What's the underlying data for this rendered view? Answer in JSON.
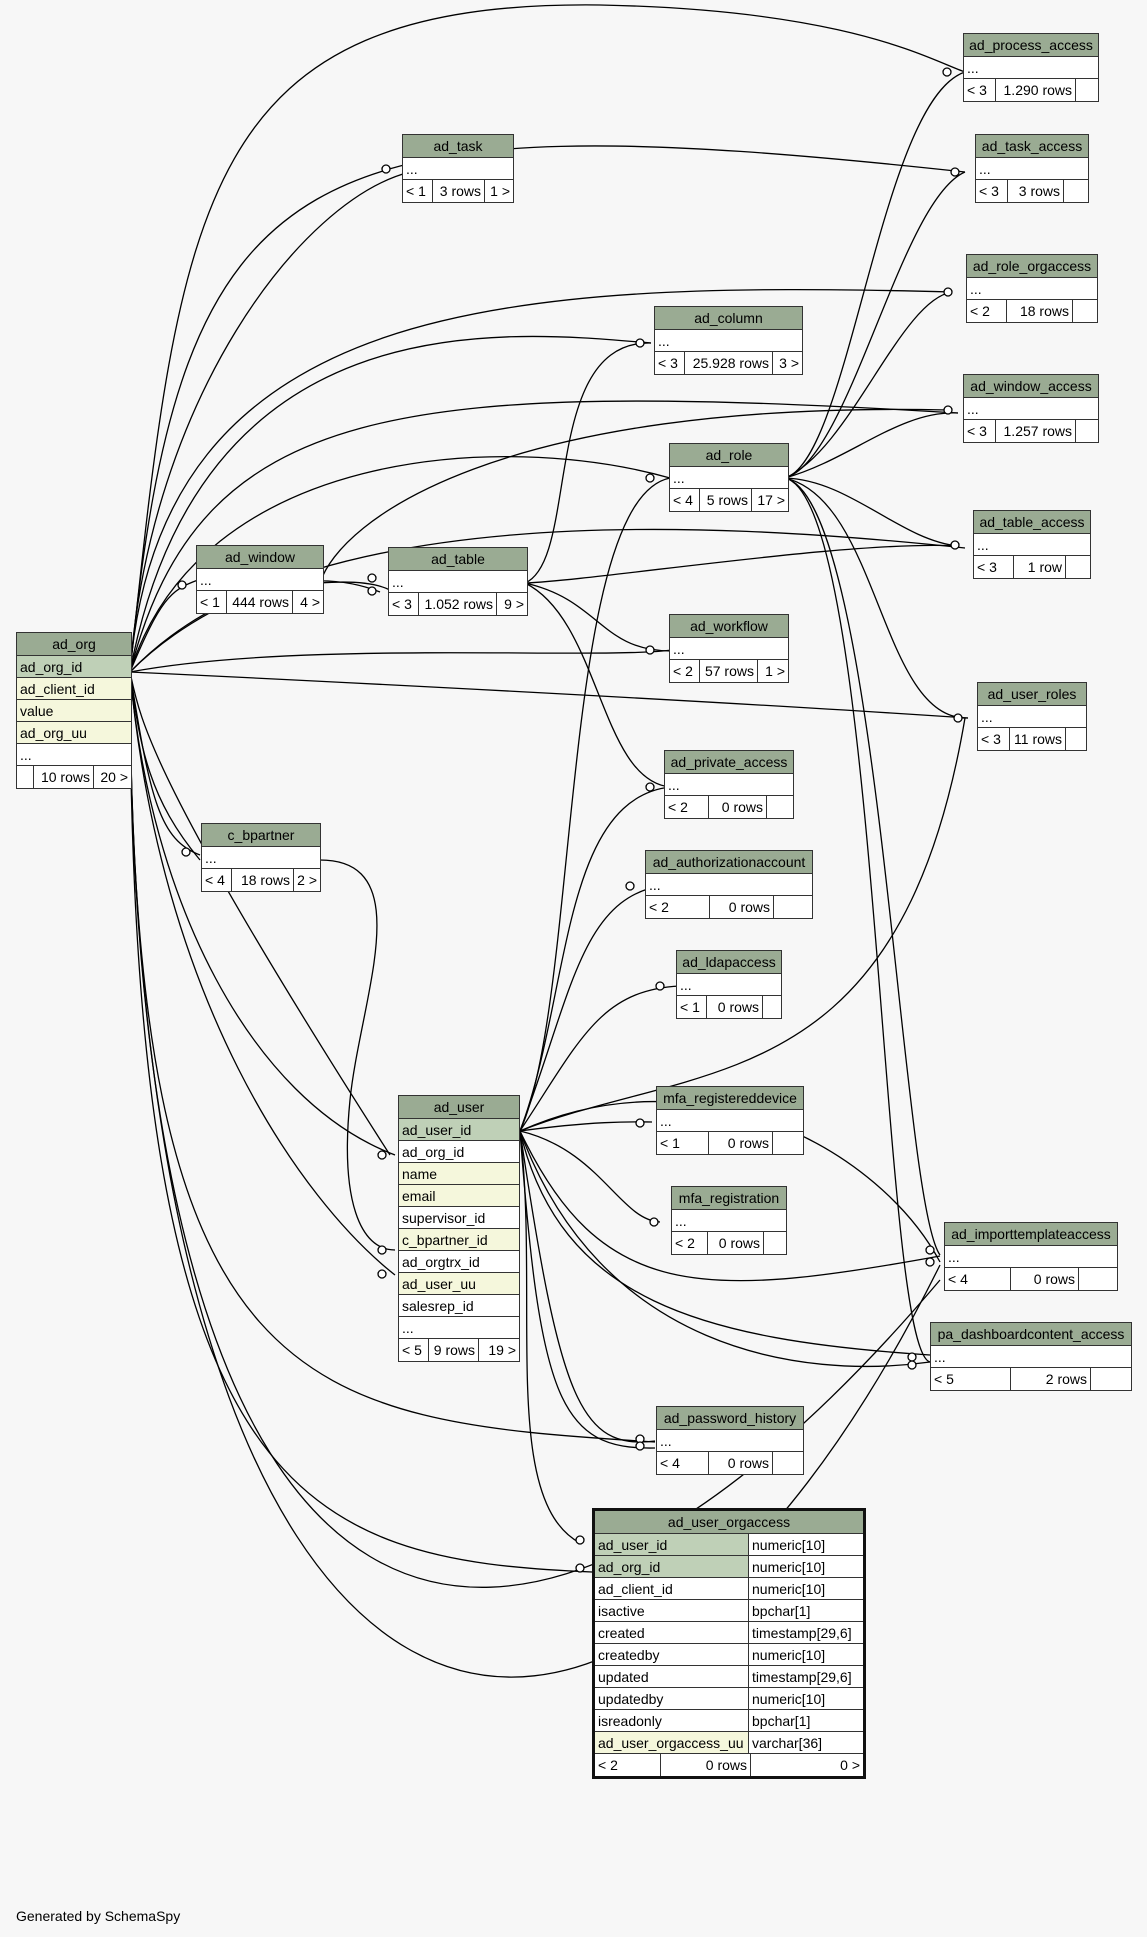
{
  "credit": "Generated by SchemaSpy",
  "tables": {
    "ad_org": {
      "name": "ad_org",
      "cols": [
        "ad_org_id",
        "ad_client_id",
        "value",
        "ad_org_uu",
        "..."
      ],
      "foot": [
        "",
        "10 rows",
        "20 >"
      ]
    },
    "ad_task": {
      "name": "ad_task",
      "cols": [
        "..."
      ],
      "foot": [
        "< 1",
        "3 rows",
        "1 >"
      ]
    },
    "ad_column": {
      "name": "ad_column",
      "cols": [
        "..."
      ],
      "foot": [
        "< 3",
        "25.928 rows",
        "3 >"
      ]
    },
    "ad_role": {
      "name": "ad_role",
      "cols": [
        "..."
      ],
      "foot": [
        "< 4",
        "5 rows",
        "17 >"
      ]
    },
    "ad_window": {
      "name": "ad_window",
      "cols": [
        "..."
      ],
      "foot": [
        "< 1",
        "444 rows",
        "4 >"
      ]
    },
    "ad_table": {
      "name": "ad_table",
      "cols": [
        "..."
      ],
      "foot": [
        "< 3",
        "1.052 rows",
        "9 >"
      ]
    },
    "ad_workflow": {
      "name": "ad_workflow",
      "cols": [
        "..."
      ],
      "foot": [
        "< 2",
        "57 rows",
        "1 >"
      ]
    },
    "ad_private_access": {
      "name": "ad_private_access",
      "cols": [
        "..."
      ],
      "foot": [
        "< 2",
        "0 rows",
        ""
      ]
    },
    "ad_authorizationaccount": {
      "name": "ad_authorizationaccount",
      "cols": [
        "..."
      ],
      "foot": [
        "< 2",
        "0 rows",
        ""
      ]
    },
    "ad_ldapaccess": {
      "name": "ad_ldapaccess",
      "cols": [
        "..."
      ],
      "foot": [
        "< 1",
        "0 rows",
        ""
      ]
    },
    "mfa_registereddevice": {
      "name": "mfa_registereddevice",
      "cols": [
        "..."
      ],
      "foot": [
        "< 1",
        "0 rows",
        ""
      ]
    },
    "mfa_registration": {
      "name": "mfa_registration",
      "cols": [
        "..."
      ],
      "foot": [
        "< 2",
        "0 rows",
        ""
      ]
    },
    "ad_password_history": {
      "name": "ad_password_history",
      "cols": [
        "..."
      ],
      "foot": [
        "< 4",
        "0 rows",
        ""
      ]
    },
    "c_bpartner": {
      "name": "c_bpartner",
      "cols": [
        "..."
      ],
      "foot": [
        "< 4",
        "18 rows",
        "2 >"
      ]
    },
    "ad_user": {
      "name": "ad_user",
      "cols": [
        "ad_user_id",
        "ad_org_id",
        "name",
        "email",
        "supervisor_id",
        "c_bpartner_id",
        "ad_orgtrx_id",
        "ad_user_uu",
        "salesrep_id",
        "..."
      ],
      "foot": [
        "< 5",
        "9 rows",
        "19 >"
      ]
    },
    "ad_process_access": {
      "name": "ad_process_access",
      "cols": [
        "..."
      ],
      "foot": [
        "< 3",
        "1.290 rows",
        ""
      ]
    },
    "ad_task_access": {
      "name": "ad_task_access",
      "cols": [
        "..."
      ],
      "foot": [
        "< 3",
        "3 rows",
        ""
      ]
    },
    "ad_role_orgaccess": {
      "name": "ad_role_orgaccess",
      "cols": [
        "..."
      ],
      "foot": [
        "< 2",
        "18 rows",
        ""
      ]
    },
    "ad_window_access": {
      "name": "ad_window_access",
      "cols": [
        "..."
      ],
      "foot": [
        "< 3",
        "1.257 rows",
        ""
      ]
    },
    "ad_table_access": {
      "name": "ad_table_access",
      "cols": [
        "..."
      ],
      "foot": [
        "< 3",
        "1 row",
        ""
      ]
    },
    "ad_user_roles": {
      "name": "ad_user_roles",
      "cols": [
        "..."
      ],
      "foot": [
        "< 3",
        "11 rows",
        ""
      ]
    },
    "ad_importtemplateaccess": {
      "name": "ad_importtemplateaccess",
      "cols": [
        "..."
      ],
      "foot": [
        "< 4",
        "0 rows",
        ""
      ]
    },
    "pa_dashboardcontent_access": {
      "name": "pa_dashboardcontent_access",
      "cols": [
        "..."
      ],
      "foot": [
        "< 5",
        "2 rows",
        ""
      ]
    },
    "ad_user_orgaccess": {
      "name": "ad_user_orgaccess",
      "cols": [
        {
          "name": "ad_user_id",
          "type": "numeric[10]"
        },
        {
          "name": "ad_org_id",
          "type": "numeric[10]"
        },
        {
          "name": "ad_client_id",
          "type": "numeric[10]"
        },
        {
          "name": "isactive",
          "type": "bpchar[1]"
        },
        {
          "name": "created",
          "type": "timestamp[29,6]"
        },
        {
          "name": "createdby",
          "type": "numeric[10]"
        },
        {
          "name": "updated",
          "type": "timestamp[29,6]"
        },
        {
          "name": "updatedby",
          "type": "numeric[10]"
        },
        {
          "name": "isreadonly",
          "type": "bpchar[1]"
        },
        {
          "name": "ad_user_orgaccess_uu",
          "type": "varchar[36]"
        }
      ],
      "foot": [
        "< 2",
        "0 rows",
        "0 >"
      ]
    }
  }
}
